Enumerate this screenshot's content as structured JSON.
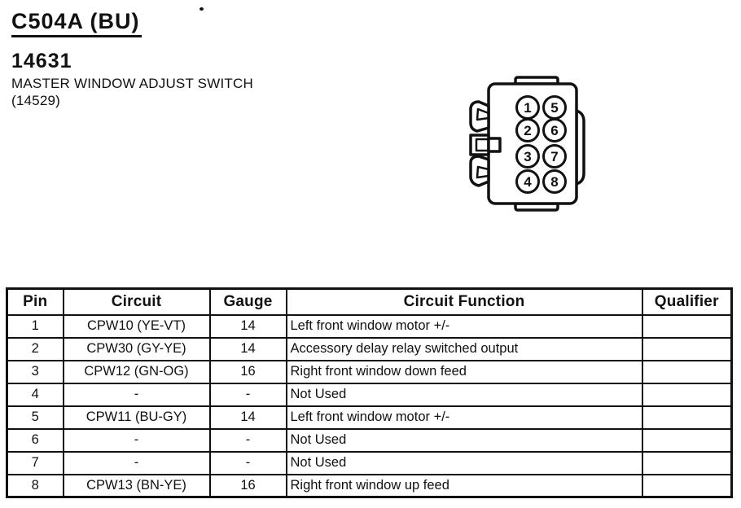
{
  "page_header": {
    "connector_id": "C504A (BU)",
    "part_number": "14631",
    "component_name": "MASTER WINDOW ADJUST SWITCH",
    "base_part_number": "(14529)"
  },
  "connector_diagram": {
    "type": "8-cavity connector face view with side latch",
    "pin_labels": [
      "1",
      "2",
      "3",
      "4",
      "5",
      "6",
      "7",
      "8"
    ]
  },
  "pinout_table": {
    "headers": [
      "Pin",
      "Circuit",
      "Gauge",
      "Circuit Function",
      "Qualifier"
    ],
    "rows": [
      [
        "1",
        "CPW10 (YE-VT)",
        "14",
        "Left front window motor +/-",
        ""
      ],
      [
        "2",
        "CPW30 (GY-YE)",
        "14",
        "Accessory delay relay switched output",
        ""
      ],
      [
        "3",
        "CPW12 (GN-OG)",
        "16",
        "Right front window down feed",
        ""
      ],
      [
        "4",
        "-",
        "-",
        "Not Used",
        ""
      ],
      [
        "5",
        "CPW11 (BU-GY)",
        "14",
        "Left front window motor +/-",
        ""
      ],
      [
        "6",
        "-",
        "-",
        "Not Used",
        ""
      ],
      [
        "7",
        "-",
        "-",
        "Not Used",
        ""
      ],
      [
        "8",
        "CPW13 (BN-YE)",
        "16",
        "Right front window up feed",
        ""
      ]
    ]
  },
  "colors": {
    "ink": "#111111",
    "paper": "#ffffff"
  }
}
